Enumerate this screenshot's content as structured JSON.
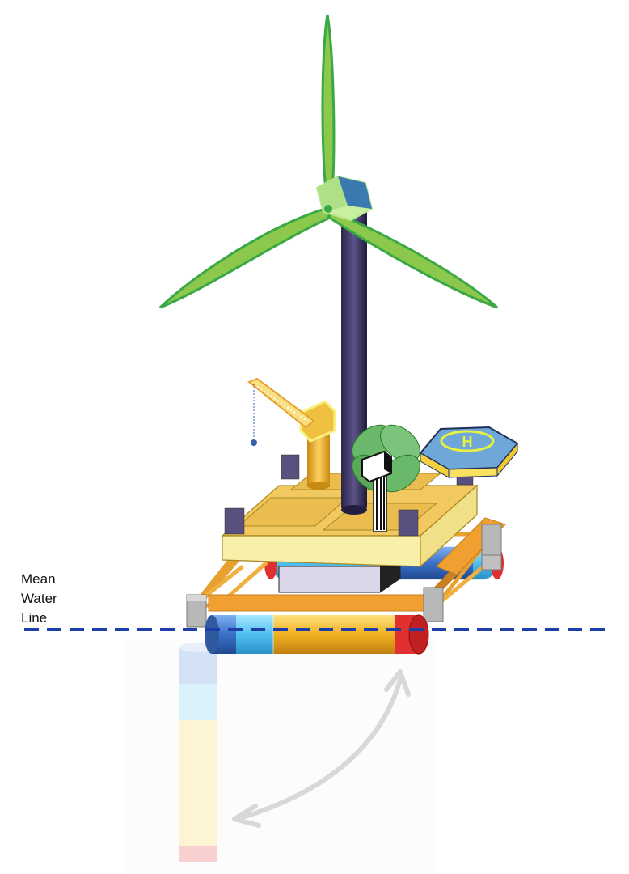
{
  "waterline_label": {
    "line1": "Mean",
    "line2": "Water",
    "line3": "Line"
  },
  "helipad_letter": "H",
  "colors": {
    "water_line": "#1f3fa8",
    "blade": "#8cc84b",
    "blade_edge": "#3aa845",
    "tower": "#3a3560",
    "deck": "#f5e9a0",
    "truss": "#f0a830",
    "pontoon_gold": "#f0b020",
    "pontoon_blue": "#3a7fd0",
    "pontoon_cyan": "#5ac8f0",
    "pontoon_red": "#e03030",
    "arrow": "#d8d8d8"
  }
}
